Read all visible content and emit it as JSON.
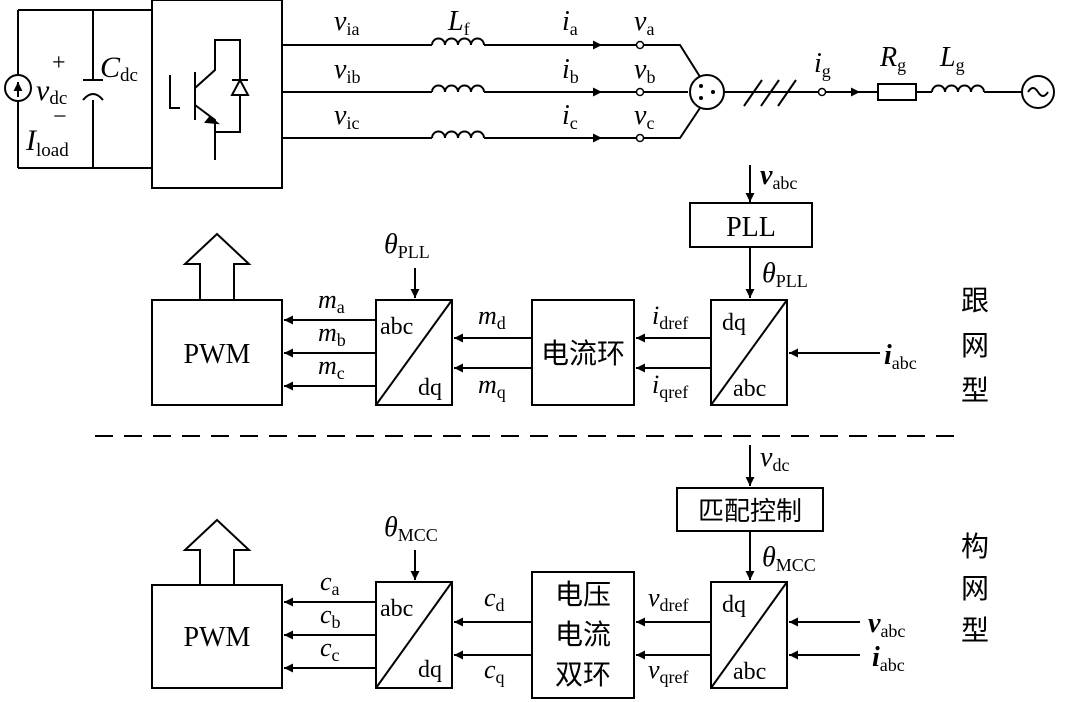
{
  "circuit": {
    "v_plus": "+",
    "v_minus": "−",
    "vdc": "v",
    "vdc_sub": "dc",
    "cdc": "C",
    "cdc_sub": "dc",
    "iload": "I",
    "iload_sub": "load",
    "via": "v",
    "via_sub": "ia",
    "vib": "v",
    "vib_sub": "ib",
    "vic": "v",
    "vic_sub": "ic",
    "lf": "L",
    "lf_sub": "f",
    "ia": "i",
    "ia_sub": "a",
    "ib": "i",
    "ib_sub": "b",
    "ic": "i",
    "ic_sub": "c",
    "va": "v",
    "va_sub": "a",
    "vb": "v",
    "vb_sub": "b",
    "vc": "v",
    "vc_sub": "c",
    "ig": "i",
    "ig_sub": "g",
    "rg": "R",
    "rg_sub": "g",
    "lg": "L",
    "lg_sub": "g"
  },
  "following": {
    "side_label": [
      "跟",
      "网",
      "型"
    ],
    "vabc_in": "v",
    "vabc_in_sub": "abc",
    "pll": "PLL",
    "theta_pll_right": "θ",
    "theta_pll_right_sub": "PLL",
    "theta_pll_left": "θ",
    "theta_pll_left_sub": "PLL",
    "pwm": "PWM",
    "abc_top": "abc",
    "dq_bottom": "dq",
    "dq_top": "dq",
    "abc_bottom": "abc",
    "controller": "电流环",
    "ma": "m",
    "ma_sub": "a",
    "mb": "m",
    "mb_sub": "b",
    "mc": "m",
    "mc_sub": "c",
    "md": "m",
    "md_sub": "d",
    "mq": "m",
    "mq_sub": "q",
    "idref": "i",
    "idref_sub": "dref",
    "iqref": "i",
    "iqref_sub": "qref",
    "iabc_in": "i",
    "iabc_in_sub": "abc"
  },
  "forming": {
    "side_label": [
      "构",
      "网",
      "型"
    ],
    "vdc_in": "v",
    "vdc_in_sub": "dc",
    "matching": "匹配控制",
    "theta_mcc_right": "θ",
    "theta_mcc_right_sub": "MCC",
    "theta_mcc_left": "θ",
    "theta_mcc_left_sub": "MCC",
    "pwm": "PWM",
    "abc_top": "abc",
    "dq_bottom": "dq",
    "dq_top": "dq",
    "abc_bottom": "abc",
    "controller": [
      "电压",
      "电流",
      "双环"
    ],
    "ca": "c",
    "ca_sub": "a",
    "cb": "c",
    "cb_sub": "b",
    "cc": "c",
    "cc_sub": "c",
    "cd": "c",
    "cd_sub": "d",
    "cq": "c",
    "cq_sub": "q",
    "vdref": "v",
    "vdref_sub": "dref",
    "vqref": "v",
    "vqref_sub": "qref",
    "vabc_in": "v",
    "vabc_in_sub": "abc",
    "iabc_in": "i",
    "iabc_in_sub": "abc"
  }
}
